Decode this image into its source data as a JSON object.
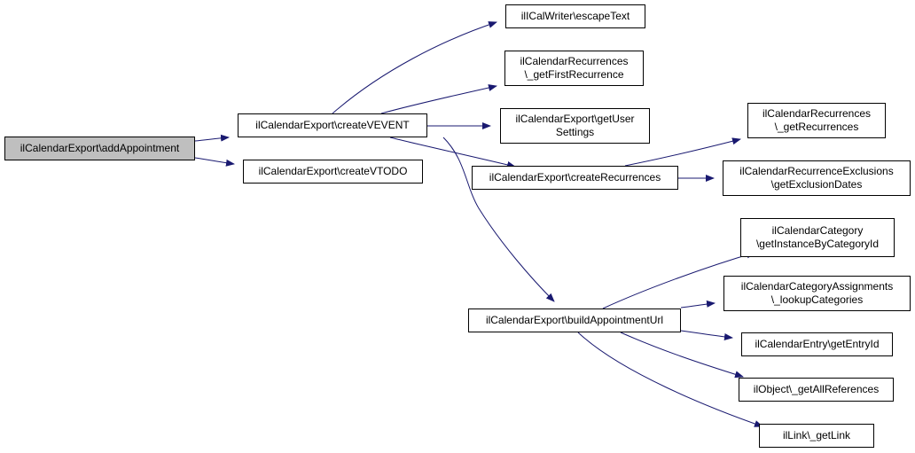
{
  "diagram": {
    "edge_color": "#191970",
    "root_fill": "#bfbfbf",
    "nodes": [
      {
        "id": "addAppointment",
        "lines": [
          "ilCalendarExport\\addAppointment"
        ],
        "root": true
      },
      {
        "id": "createVEVENT",
        "lines": [
          "ilCalendarExport\\createVEVENT"
        ]
      },
      {
        "id": "createVTODO",
        "lines": [
          "ilCalendarExport\\createVTODO"
        ]
      },
      {
        "id": "escapeText",
        "lines": [
          "ilICalWriter\\escapeText"
        ]
      },
      {
        "id": "getFirstRecurrence",
        "lines": [
          "ilCalendarRecurrences",
          "\\_getFirstRecurrence"
        ]
      },
      {
        "id": "getUserSettings",
        "lines": [
          "ilCalendarExport\\getUser",
          "Settings"
        ]
      },
      {
        "id": "createRecurrences",
        "lines": [
          "ilCalendarExport\\createRecurrences"
        ]
      },
      {
        "id": "getRecurrences",
        "lines": [
          "ilCalendarRecurrences",
          "\\_getRecurrences"
        ]
      },
      {
        "id": "getExclusionDates",
        "lines": [
          "ilCalendarRecurrenceExclusions",
          "\\getExclusionDates"
        ]
      },
      {
        "id": "buildAppointmentUrl",
        "lines": [
          "ilCalendarExport\\buildAppointmentUrl"
        ]
      },
      {
        "id": "getInstanceByCategoryId",
        "lines": [
          "ilCalendarCategory",
          "\\getInstanceByCategoryId"
        ]
      },
      {
        "id": "lookupCategories",
        "lines": [
          "ilCalendarCategoryAssignments",
          "\\_lookupCategories"
        ]
      },
      {
        "id": "getEntryId",
        "lines": [
          "ilCalendarEntry\\getEntryId"
        ]
      },
      {
        "id": "getAllReferences",
        "lines": [
          "ilObject\\_getAllReferences"
        ]
      },
      {
        "id": "getLink",
        "lines": [
          "ilLink\\_getLink"
        ]
      }
    ],
    "edges": [
      {
        "from": "addAppointment",
        "to": "createVEVENT"
      },
      {
        "from": "addAppointment",
        "to": "createVTODO"
      },
      {
        "from": "createVEVENT",
        "to": "escapeText"
      },
      {
        "from": "createVEVENT",
        "to": "getFirstRecurrence"
      },
      {
        "from": "createVEVENT",
        "to": "getUserSettings"
      },
      {
        "from": "createVEVENT",
        "to": "createRecurrences"
      },
      {
        "from": "createVEVENT",
        "to": "buildAppointmentUrl"
      },
      {
        "from": "createRecurrences",
        "to": "getRecurrences"
      },
      {
        "from": "createRecurrences",
        "to": "getExclusionDates"
      },
      {
        "from": "buildAppointmentUrl",
        "to": "getInstanceByCategoryId"
      },
      {
        "from": "buildAppointmentUrl",
        "to": "lookupCategories"
      },
      {
        "from": "buildAppointmentUrl",
        "to": "getEntryId"
      },
      {
        "from": "buildAppointmentUrl",
        "to": "getAllReferences"
      },
      {
        "from": "buildAppointmentUrl",
        "to": "getLink"
      }
    ]
  }
}
